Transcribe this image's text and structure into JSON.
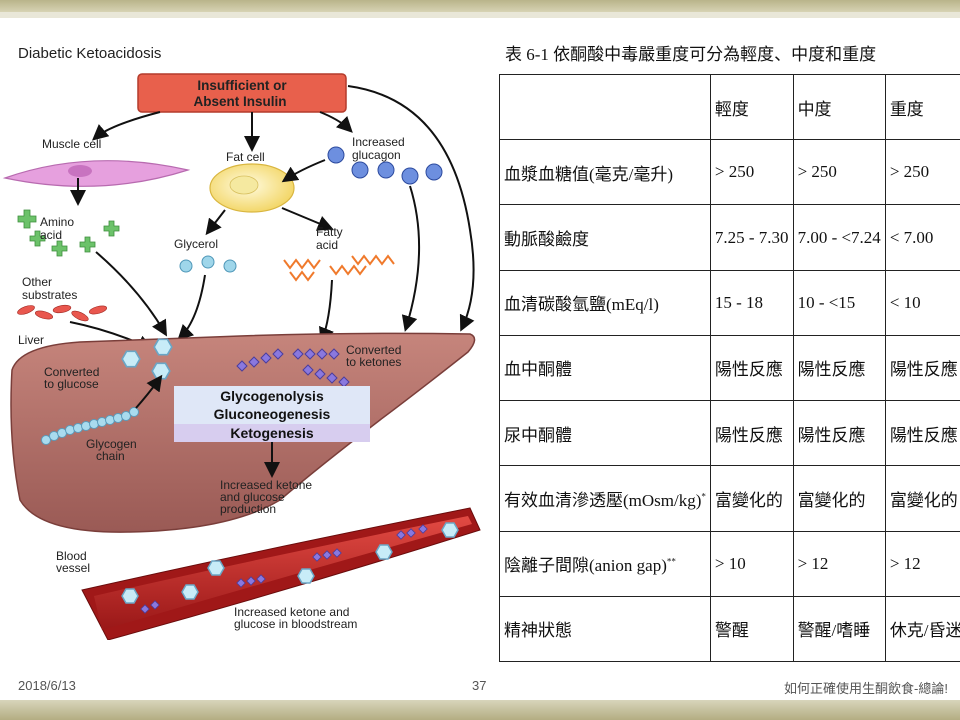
{
  "slide": {
    "date": "2018/6/13",
    "page_number": "37",
    "footer_title": "如何正確使用生酮飲食-總論!"
  },
  "diagram": {
    "title": "Diabetic Ketoacidosis",
    "insulin_line1": "Insufficient or",
    "insulin_line2": "Absent Insulin",
    "muscle_cell": "Muscle cell",
    "fat_cell": "Fat cell",
    "glucagon_line1": "Increased",
    "glucagon_line2": "glucagon",
    "amino_line1": "Amino",
    "amino_line2": "acid",
    "glycerol": "Glycerol",
    "fatty_line1": "Fatty",
    "fatty_line2": "acid",
    "other_line1": "Other",
    "other_line2": "substrates",
    "liver": "Liver",
    "conv_glucose_line1": "Converted",
    "conv_glucose_line2": "to glucose",
    "conv_ketones_line1": "Converted",
    "conv_ketones_line2": "to ketones",
    "glycogenolysis": "Glycogenolysis",
    "gluconeogenesis": "Gluconeogenesis",
    "ketogenesis": "Ketogenesis",
    "glycogen_line1": "Glycogen",
    "glycogen_line2": "chain",
    "production_line1": "Increased ketone",
    "production_line2": "and glucose",
    "production_line3": "production",
    "blood_line1": "Blood",
    "blood_line2": "vessel",
    "bloodstream_line1": "Increased ketone and",
    "bloodstream_line2": "glucose in bloodstream",
    "colors": {
      "insulin_box": "#e8604c",
      "muscle": "#e28fd8",
      "fat_cell": "#f7e27a",
      "glucagon": "#5a7fd6",
      "amino": "#6cc26a",
      "fatty_acid": "#f07a2c",
      "liver": "#b9706a",
      "vessel": "#c42a2a",
      "glucose": "#bfe6f4",
      "ketone": "#7d6bd0"
    }
  },
  "table": {
    "title": "表 6-1 依酮酸中毒嚴重度可分為輕度、中度和重度",
    "headers": [
      "",
      "輕度",
      "中度",
      "重度"
    ],
    "rows": [
      {
        "label": "血漿血糖值(毫克/毫升)",
        "sup": "",
        "values": [
          "> 250",
          "> 250",
          "> 250"
        ]
      },
      {
        "label": "動脈酸鹼度",
        "sup": "",
        "values": [
          "7.25 - 7.30",
          "7.00 - <7.24",
          "< 7.00"
        ]
      },
      {
        "label": "血清碳酸氫鹽(mEq/l)",
        "sup": "",
        "values": [
          "15 - 18",
          "10 - <15",
          "< 10"
        ]
      },
      {
        "label": "血中酮體",
        "sup": "",
        "values": [
          "陽性反應",
          "陽性反應",
          "陽性反應"
        ]
      },
      {
        "label": "尿中酮體",
        "sup": "",
        "values": [
          "陽性反應",
          "陽性反應",
          "陽性反應"
        ]
      },
      {
        "label": "有效血清滲透壓(mOsm/kg)",
        "sup": "*",
        "values": [
          "富變化的",
          "富變化的",
          "富變化的"
        ]
      },
      {
        "label": "陰離子間隙(anion gap)",
        "sup": "**",
        "values": [
          "> 10",
          "> 12",
          "> 12"
        ]
      },
      {
        "label": "精神狀態",
        "sup": "",
        "values": [
          "警醒",
          "警醒/嗜睡",
          "休克/昏迷"
        ]
      }
    ]
  }
}
